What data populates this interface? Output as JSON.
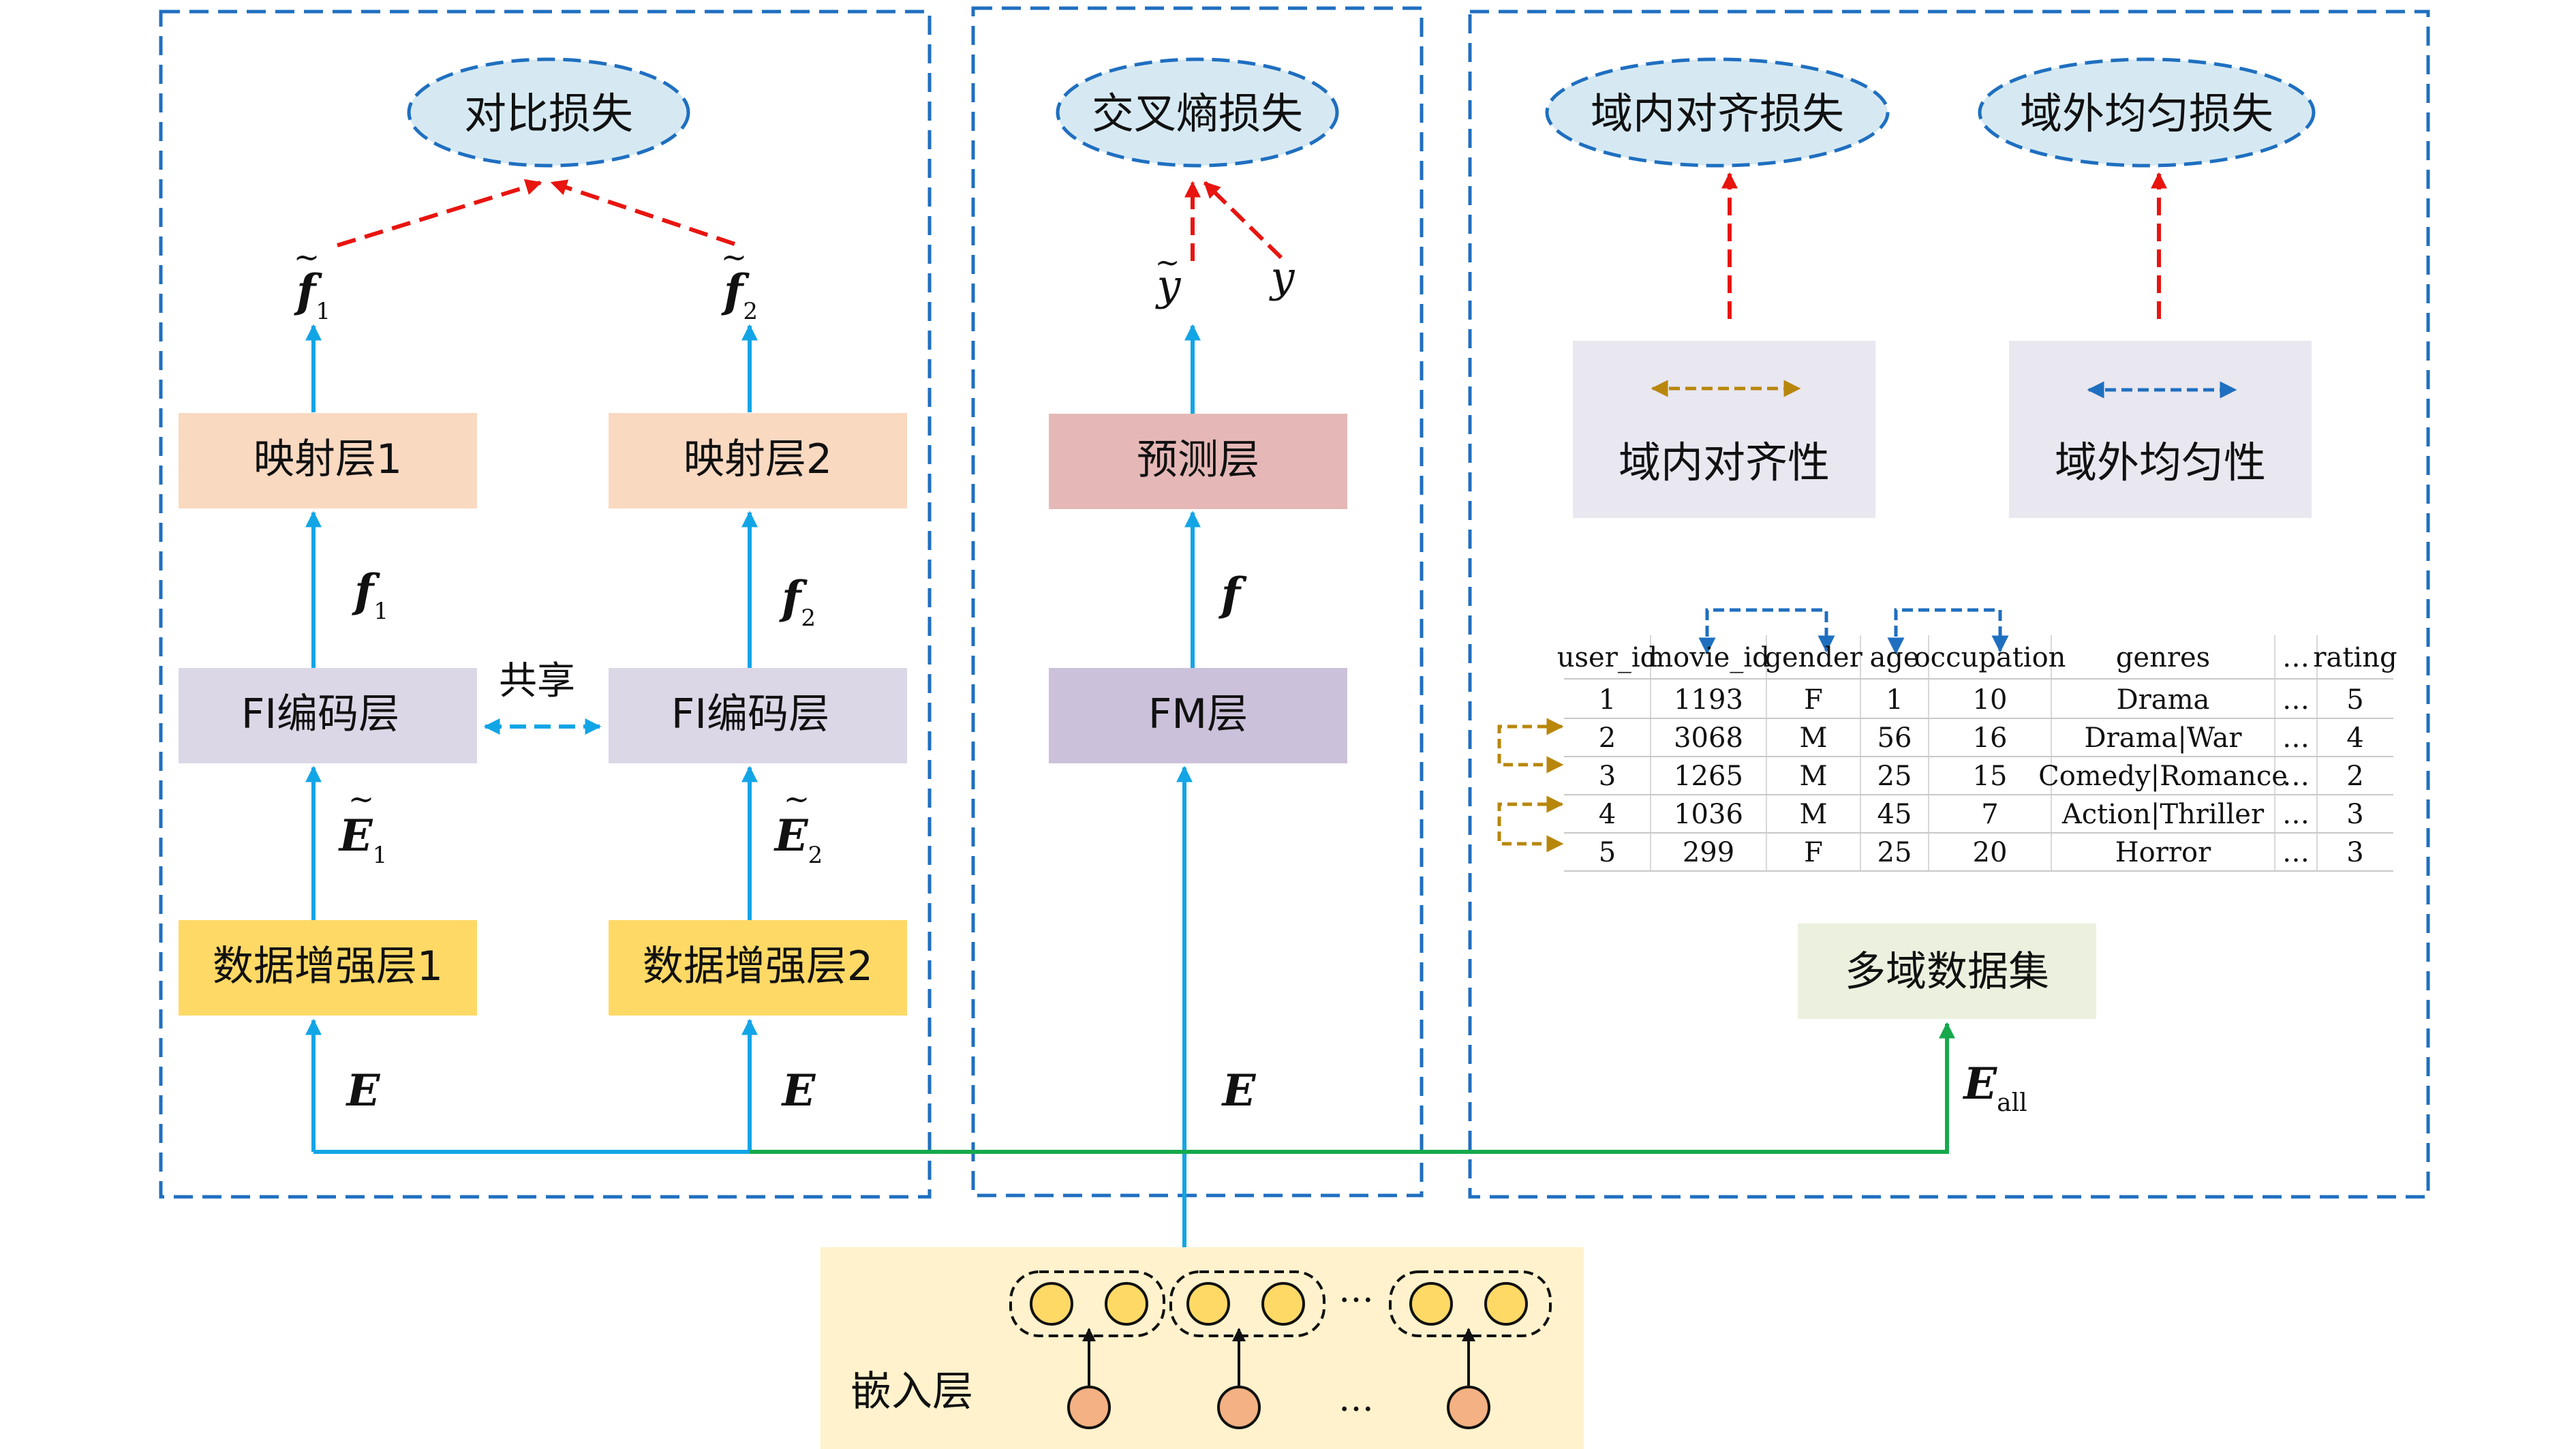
{
  "colors": {
    "panel_border": "#1f6fc0",
    "blue_arrow": "#12a5e6",
    "red_arrow": "#e8140f",
    "green_arrow": "#16a94c",
    "gold_arrow": "#b8860b",
    "dark_blue_arrow": "#1f6fc0",
    "loss_fill": "#d6e9f3",
    "mapping_fill": "#fad9c1",
    "encoder_fill": "#dcd7e6",
    "augment_fill": "#ffd966",
    "predict_fill": "#e5b8b7",
    "fm_fill": "#ccc1da",
    "property_fill": "#e9e7ef",
    "dataset_fill": "#ebf1de",
    "embed_fill": "#fff2cc",
    "node_yellow": "#ffd966",
    "node_salmon": "#f4b183"
  },
  "panel_left": {
    "loss": "对比损失",
    "out1": {
      "base": "f",
      "sub": "1"
    },
    "out2": {
      "base": "f",
      "sub": "2"
    },
    "map1": "映射层1",
    "map2": "映射层2",
    "feat1": {
      "base": "f",
      "sub": "1"
    },
    "feat2": {
      "base": "f",
      "sub": "2"
    },
    "enc1": "FI编码层",
    "enc2": "FI编码层",
    "shared": "共享",
    "emb1": {
      "base": "E",
      "sub": "1"
    },
    "emb2": {
      "base": "E",
      "sub": "2"
    },
    "aug1": "数据增强层1",
    "aug2": "数据增强层2",
    "in1": "E",
    "in2": "E"
  },
  "panel_mid": {
    "loss": "交叉熵损失",
    "pred": "y",
    "label": "y",
    "predict_layer": "预测层",
    "feat": "f",
    "fm_layer": "FM层",
    "in": "E"
  },
  "panel_right": {
    "loss1": "域内对齐损失",
    "loss2": "域外均匀损失",
    "prop1": "域内对齐性",
    "prop2": "域外均匀性",
    "dataset_label": "多域数据集",
    "input": {
      "base": "E",
      "sub": "all"
    },
    "table": {
      "headers": [
        "user_id",
        "movie_id",
        "gender",
        "age",
        "occupation",
        "genres",
        "…",
        "rating"
      ],
      "rows": [
        [
          "1",
          "1193",
          "F",
          "1",
          "10",
          "Drama",
          "…",
          "5"
        ],
        [
          "2",
          "3068",
          "M",
          "56",
          "16",
          "Drama|War",
          "…",
          "4"
        ],
        [
          "3",
          "1265",
          "M",
          "25",
          "15",
          "Comedy|Romance",
          "…",
          "2"
        ],
        [
          "4",
          "1036",
          "M",
          "45",
          "7",
          "Action|Thriller",
          "…",
          "3"
        ],
        [
          "5",
          "299",
          "F",
          "25",
          "20",
          "Horror",
          "…",
          "3"
        ]
      ]
    }
  },
  "embedding": {
    "label": "嵌入层",
    "ellipsis_top": "…",
    "ellipsis_bottom": "…"
  }
}
